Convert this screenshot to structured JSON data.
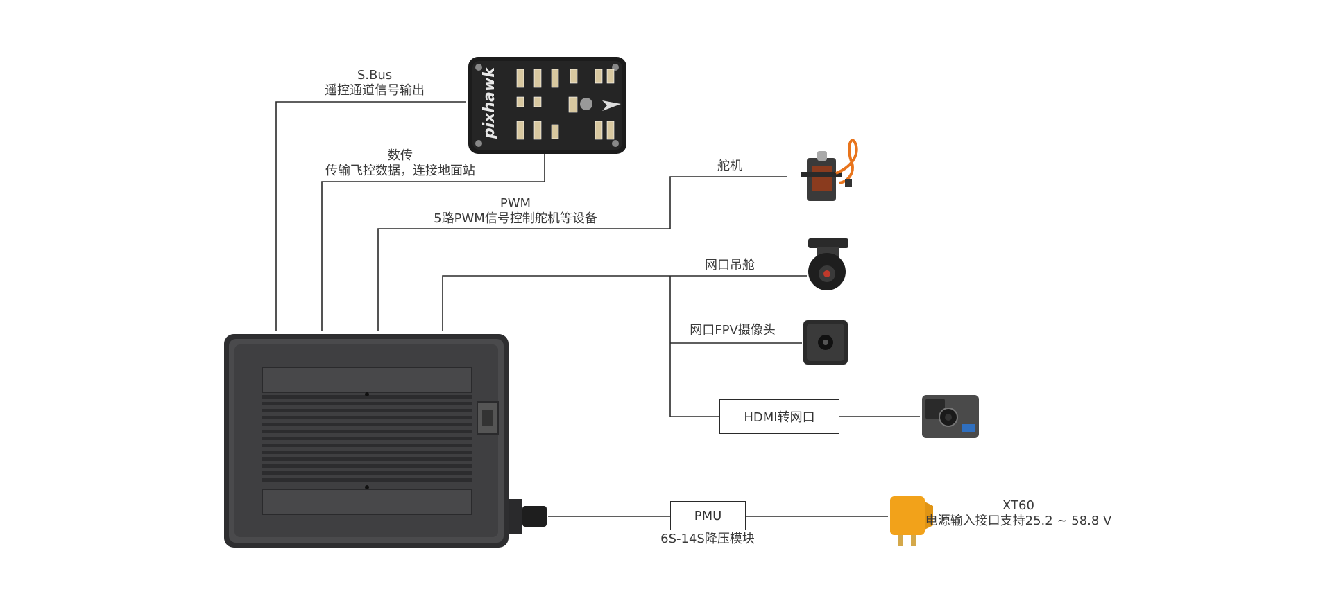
{
  "labels": {
    "sbus_title": "S.Bus",
    "sbus_desc": "遥控通道信号输出",
    "datalink_title": "数传",
    "datalink_desc": "传输飞控数据，连接地面站",
    "pwm_title": "PWM",
    "pwm_desc": "5路PWM信号控制舵机等设备",
    "servo": "舵机",
    "gimbal": "网口吊舱",
    "fpv": "网口FPV摄像头",
    "hdmi": "HDMI转网口",
    "pmu": "PMU",
    "pmu_desc": "6S-14S降压模块",
    "xt60_title": "XT60",
    "xt60_desc": "电源输入接口支持25.2 ~ 58.8 V",
    "fc_brand": "pixhawk"
  },
  "icons": {
    "main_unit": "main-unit-device",
    "flight_controller": "pixhawk-board",
    "servo": "servo-icon",
    "gimbal": "gimbal-camera-icon",
    "fpv": "fpv-camera-icon",
    "action_cam": "action-camera-icon",
    "xt60": "xt60-connector-icon"
  },
  "colors": {
    "wire": "#2a2a2a",
    "device_body": "#3b3b3d",
    "xt60": "#f2a21a",
    "servo_wire": "#e8741c"
  }
}
